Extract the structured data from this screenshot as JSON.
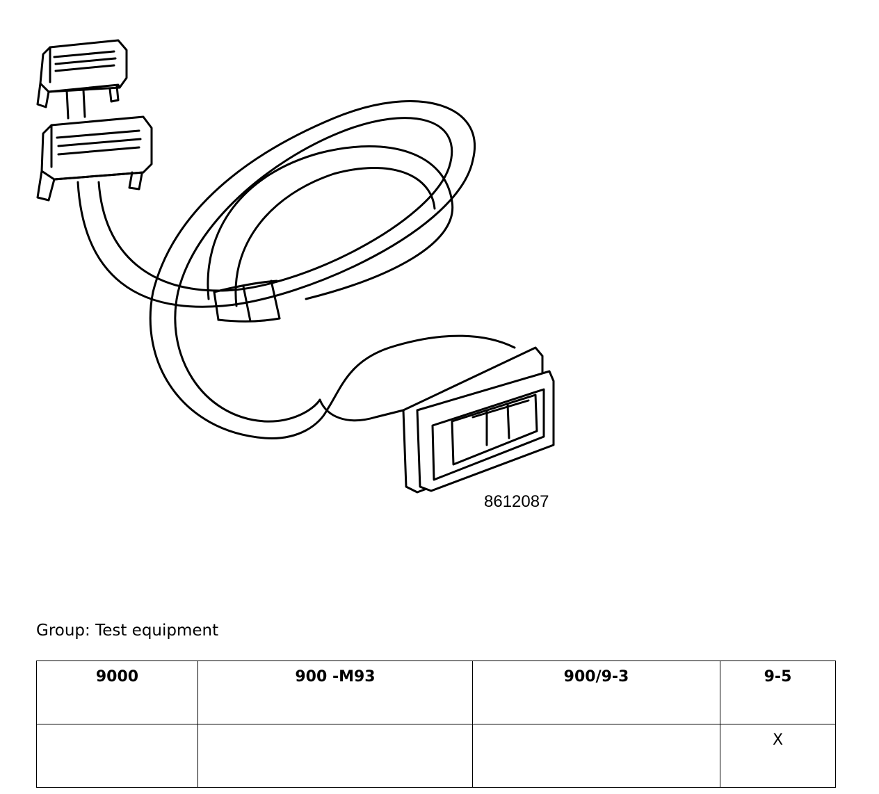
{
  "figure": {
    "part_number": "8612087"
  },
  "group": {
    "text": "Group: Test equipment"
  },
  "table": {
    "headers": [
      "9000",
      "900 -M93",
      "900/9-3",
      "9-5"
    ],
    "row": [
      "",
      "",
      "",
      "X"
    ]
  }
}
